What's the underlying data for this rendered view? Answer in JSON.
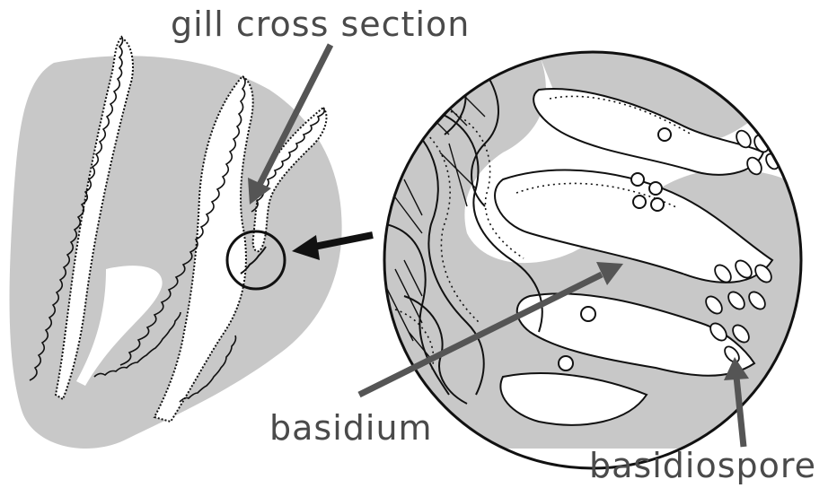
{
  "labels": {
    "gill_cross_section": "gill cross section",
    "basidium": "basidium",
    "basidiospore": "basidiospore"
  },
  "colors": {
    "tissue_fill": "#c8c8c8",
    "line": "#111111",
    "label_text": "#4a4a4a",
    "pointer_arrow": "#555555",
    "background": "#ffffff"
  }
}
